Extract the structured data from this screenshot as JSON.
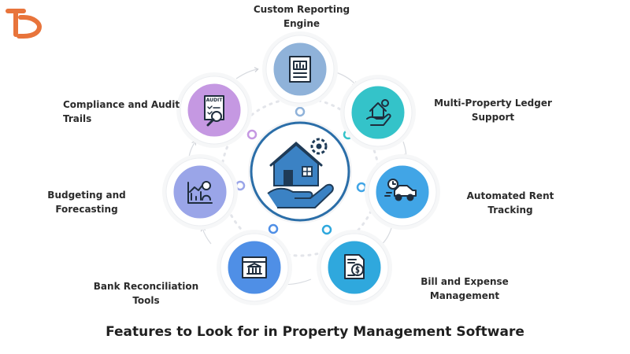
{
  "footer": {
    "title": "Features to Look for in Property Management Software"
  },
  "features": [
    {
      "id": "reporting",
      "line1": "Custom Reporting",
      "line2": "Engine",
      "color": "#8fb2d9",
      "icon": "report-document-icon"
    },
    {
      "id": "ledger",
      "line1": "Multi-Property Ledger",
      "line2": "Support",
      "color": "#34c3c9",
      "icon": "house-hand-gear-icon"
    },
    {
      "id": "rent",
      "line1": "Automated Rent",
      "line2": "Tracking",
      "color": "#41a5e6",
      "icon": "car-clock-icon"
    },
    {
      "id": "bills",
      "line1": "Bill and Expense",
      "line2": "Management",
      "color": "#2fa8dd",
      "icon": "invoice-dollar-icon"
    },
    {
      "id": "bank",
      "line1": "Bank Reconciliation",
      "line2": "Tools",
      "color": "#4f8fe6",
      "icon": "bank-window-icon"
    },
    {
      "id": "budget",
      "line1": "Budgeting and",
      "line2": "Forecasting",
      "color": "#9aa5e8",
      "icon": "chart-person-icon"
    },
    {
      "id": "audit",
      "line1": "Compliance and Audit",
      "line2": "Trails",
      "color": "#c598e2",
      "icon": "audit-magnifier-icon"
    }
  ],
  "audit_icon_text": "AUDIT",
  "logo": {
    "letters": "TD",
    "color": "#e8743b"
  },
  "hub": {
    "icon": "house-hand-gear-icon",
    "color": "#2b6ea8"
  }
}
